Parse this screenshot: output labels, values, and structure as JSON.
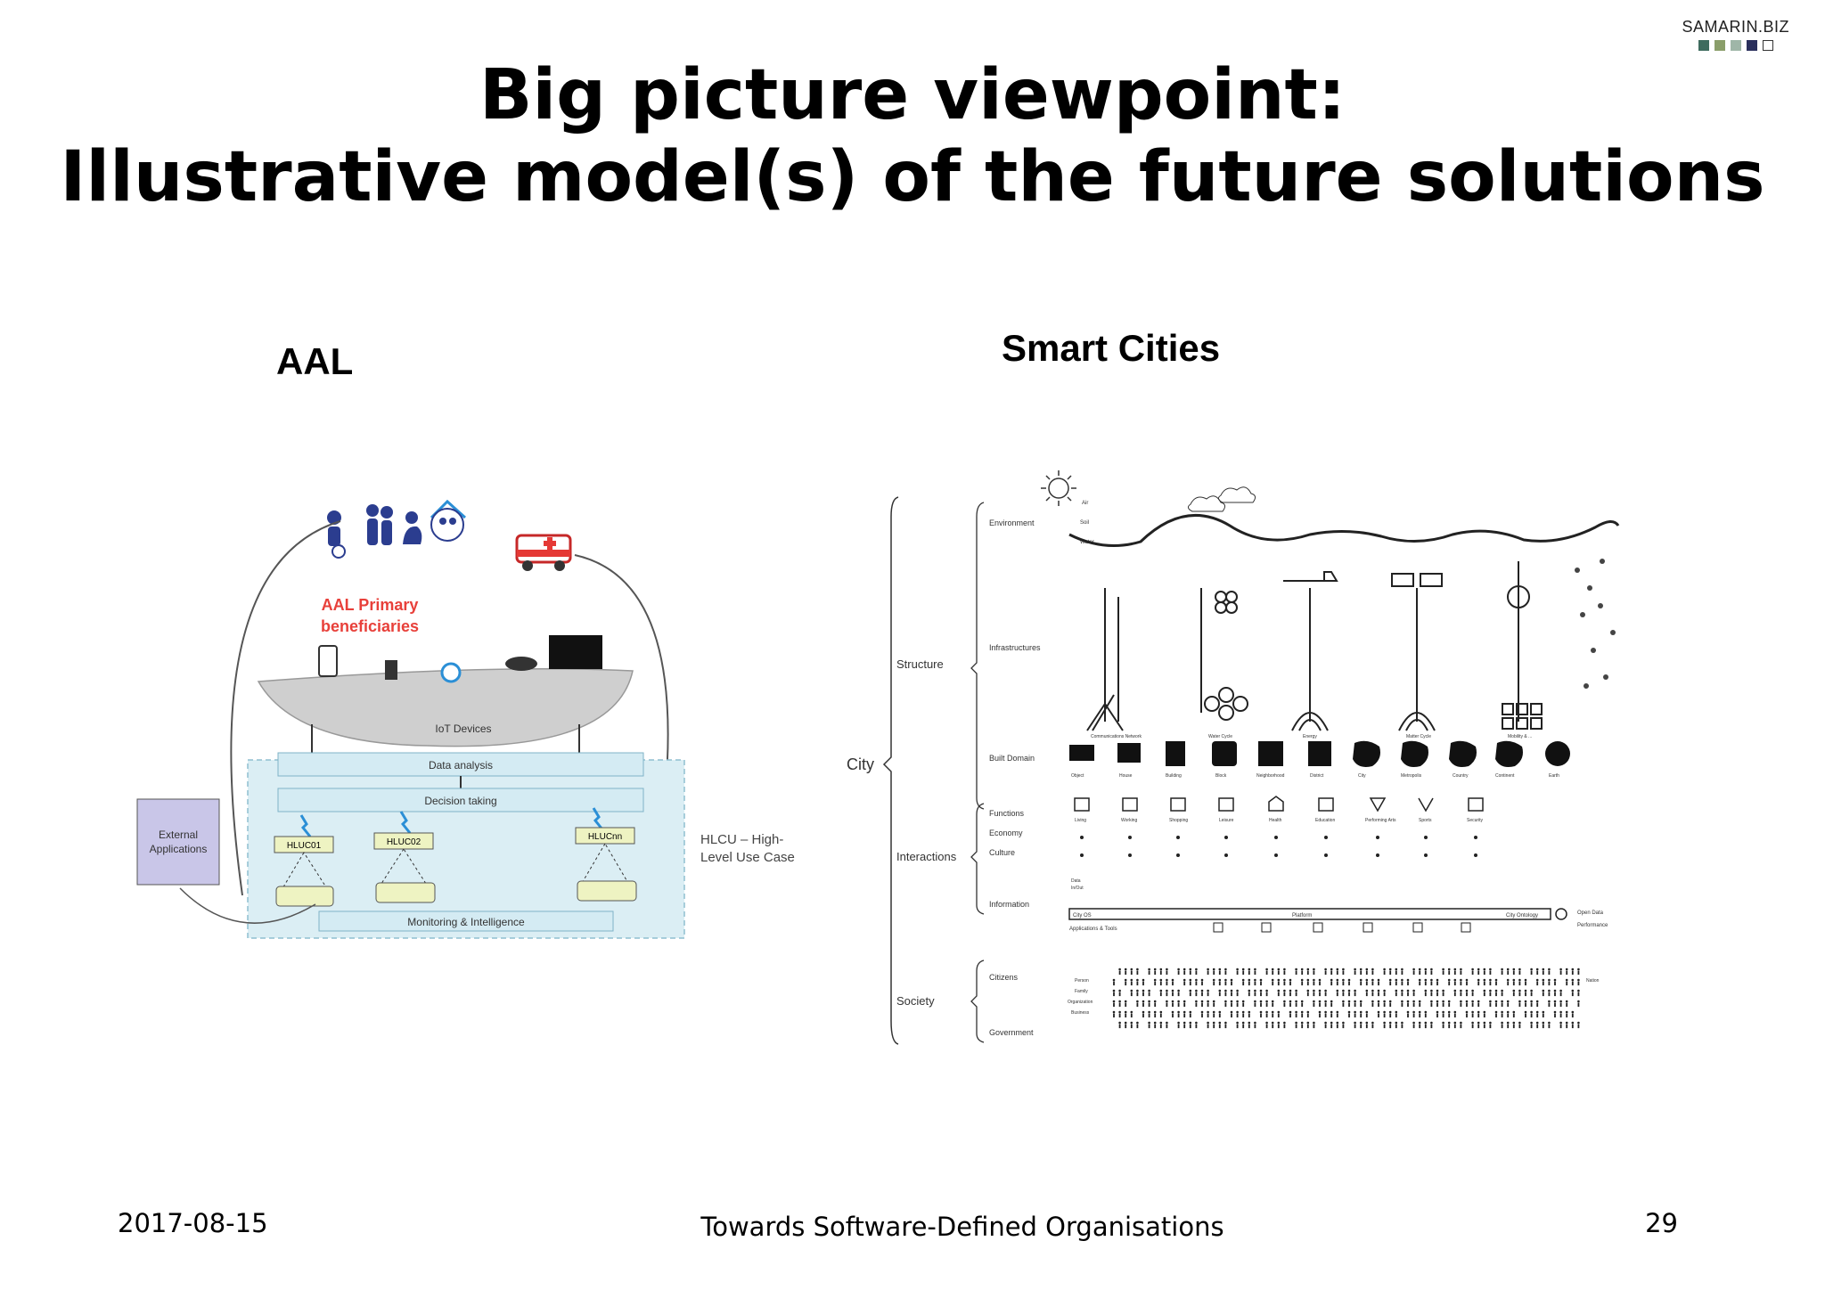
{
  "brand": {
    "name": "SAMARIN.BIZ",
    "squares": [
      "#3e6b5e",
      "#8a9e6a",
      "#9fb6a8",
      "#2a2f5c",
      "#ffffff"
    ]
  },
  "title": {
    "line1": "Big picture viewpoint:",
    "line2": "Illustrative model(s) of the future solutions"
  },
  "left": {
    "heading": "AAL",
    "diagram": {
      "beneficiaries": [
        "AAL Primary",
        "beneficiaries"
      ],
      "iot": "IoT Devices",
      "layers": [
        "Data analysis",
        "Decision taking"
      ],
      "monitoring": "Monitoring & Intelligence",
      "use_cases": [
        "HLUC01",
        "HLUC02",
        "HLUCnn"
      ],
      "external": [
        "External",
        "Applications"
      ],
      "legend": [
        "HLCU – High-",
        "Level Use Case"
      ],
      "colors": {
        "accent_red": "#e8403a",
        "panel": "#dbeef4",
        "arc": "#c9c9c9",
        "hl_box": "#eef3c2"
      }
    }
  },
  "right": {
    "heading": "Smart Cities",
    "diagram": {
      "city": "City",
      "groups": [
        "Structure",
        "Interactions",
        "Society"
      ],
      "row_labels": [
        "Environment",
        "Infrastructures",
        "Built Domain",
        "Functions",
        "Economy",
        "Culture",
        "Information",
        "Citizens",
        "Government"
      ],
      "small_labels": [
        "Air",
        "Soil",
        "Water"
      ],
      "infra": [
        "Communications Network",
        "Water Cycle",
        "Energy",
        "Matter Cycle",
        "Mobility & ..."
      ],
      "built": [
        "Object",
        "House",
        "Building",
        "Block",
        "Neighborhood",
        "District",
        "City",
        "Metropolis",
        "Country",
        "Continent",
        "Earth"
      ],
      "functions": [
        "Living",
        "Working",
        "Shopping",
        "Leisure",
        "Health",
        "Education",
        "Performing Arts",
        "Sports",
        "Security"
      ],
      "info_bar": [
        "City OS",
        "Platform",
        "City Ontology"
      ],
      "info_right": [
        "Open Data",
        "Performance"
      ],
      "data_lbl": [
        "Data",
        "In/Out"
      ],
      "apps_lbl": "Applications & Tools",
      "society_lbl": [
        "Person",
        "Family",
        "Organization",
        "Business"
      ],
      "nation_lbl": "Nation"
    }
  },
  "footer": {
    "date": "2017-08-15",
    "center": "Towards Software-Defined Organisations",
    "page": "29"
  }
}
